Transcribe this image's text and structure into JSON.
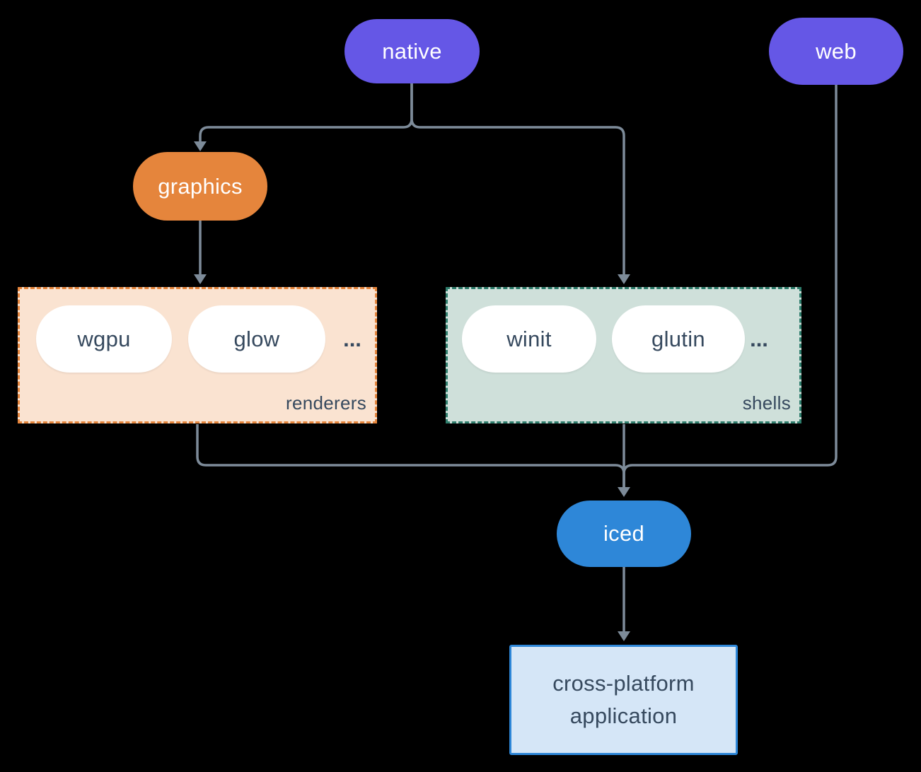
{
  "diagram": {
    "background": "#000000",
    "edge_color": "#7d8b99",
    "nodes": {
      "native": {
        "label": "native",
        "fill": "#6557e6",
        "text_color": "#ffffff"
      },
      "web": {
        "label": "web",
        "fill": "#6557e6",
        "text_color": "#ffffff"
      },
      "graphics": {
        "label": "graphics",
        "fill": "#e5853c",
        "text_color": "#ffffff"
      },
      "iced": {
        "label": "iced",
        "fill": "#2e87d8",
        "text_color": "#ffffff"
      },
      "application": {
        "label": "cross-platform application",
        "fill": "#d5e6f7",
        "border": "#2e87d8",
        "text_color": "#36495e"
      }
    },
    "groups": {
      "renderers": {
        "label": "renderers",
        "items": [
          "wgpu",
          "glow"
        ],
        "ellipsis": "...",
        "fill": "#fae3d1",
        "border": "#e5853c"
      },
      "shells": {
        "label": "shells",
        "items": [
          "winit",
          "glutin"
        ],
        "ellipsis": "...",
        "fill": "#cfe0da",
        "border": "#2e7d6c"
      }
    },
    "edges": [
      {
        "from": "native",
        "to": "graphics"
      },
      {
        "from": "native",
        "to": "shells"
      },
      {
        "from": "graphics",
        "to": "renderers"
      },
      {
        "from": "renderers",
        "to": "iced"
      },
      {
        "from": "shells",
        "to": "iced"
      },
      {
        "from": "web",
        "to": "iced"
      },
      {
        "from": "iced",
        "to": "application"
      }
    ]
  }
}
